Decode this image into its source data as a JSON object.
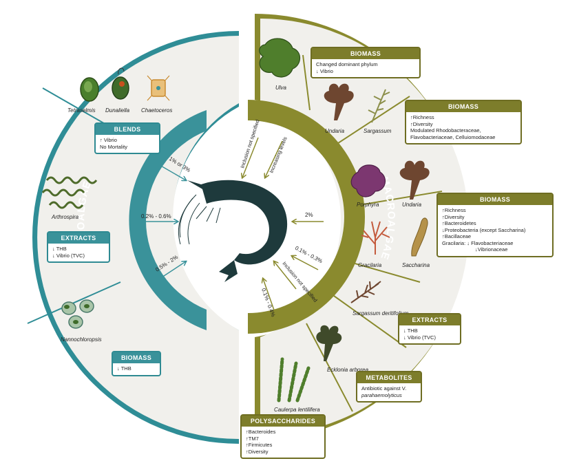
{
  "bands": {
    "microalgae": "MICROALGAE",
    "macroalgae": "MACROALGAE"
  },
  "micro_species": [
    "Tetraselmis",
    "Dunaliella",
    "Chaetoceros",
    "Arthrospira",
    "Nannochloropsis"
  ],
  "macro_species": [
    "Ulva",
    "Undaria",
    "Sargassum",
    "Porphyra",
    "Undaria",
    "Gracilaria",
    "Saccharina",
    "Sargassum deritifolium",
    "Ecklonia arborea",
    "Caulerpa lentilifera"
  ],
  "arrows": {
    "a1": "1% or 3%",
    "a2": "0.2% - 0.6%",
    "a3": "0.5% - 2%",
    "a4": "Inclusion not specified",
    "a5": "Increasing levels",
    "a6": "2%",
    "a7": "0.1% - 0.3%",
    "a8": "Inclusion not specified",
    "a9": "0.1% - 0.4%"
  },
  "boxes": {
    "blends": {
      "title": "BLENDS",
      "lines": [
        "↑ Vibrio",
        "No Mortality"
      ]
    },
    "extracts_micro": {
      "title": "EXTRACTS",
      "lines": [
        "↓ THB",
        "↓ Vibrio (TVC)"
      ]
    },
    "biomass_micro": {
      "title": "BIOMASS",
      "lines": [
        "↓ THB"
      ]
    },
    "biomass_ulva": {
      "title": "BIOMASS",
      "lines": [
        "Changed dominant phylum",
        "↓ Vibrio"
      ]
    },
    "biomass_undaria": {
      "title": "BIOMASS",
      "lines": [
        "↑Richness",
        "↑Diversity",
        "Modulated Rhodobacteraceae,",
        "Flavobacteriaceae, Celluiomodaceae"
      ]
    },
    "biomass_porphyra": {
      "title": "BIOMASS",
      "lines": [
        "↑Richness",
        "↑Diversity",
        "↑Bacteroidetes",
        "↓Proteobacteria (except Saccharina)",
        "↑Bacillaceae",
        "Gracilaria: ↓ Flavobacteriaceae",
        "↓Vibrionaceae"
      ]
    },
    "extracts_macro": {
      "title": "EXTRACTS",
      "lines": [
        "↓ THB",
        "↓ Vibrio (TVC)"
      ]
    },
    "metabolites": {
      "title": "METABOLITES",
      "lines": [
        "Antibiotic against V.",
        "parahaemolyticus"
      ]
    },
    "polysaccharides": {
      "title": "POLYSACCHARIDES",
      "lines": [
        "↑Bacteroides",
        "↑TM7",
        "↑Firmicutes",
        "↑Diversity"
      ]
    }
  },
  "colors": {
    "teal": "#3a929a",
    "olive": "#8a8a2e",
    "panel": "#f1f0ec"
  }
}
